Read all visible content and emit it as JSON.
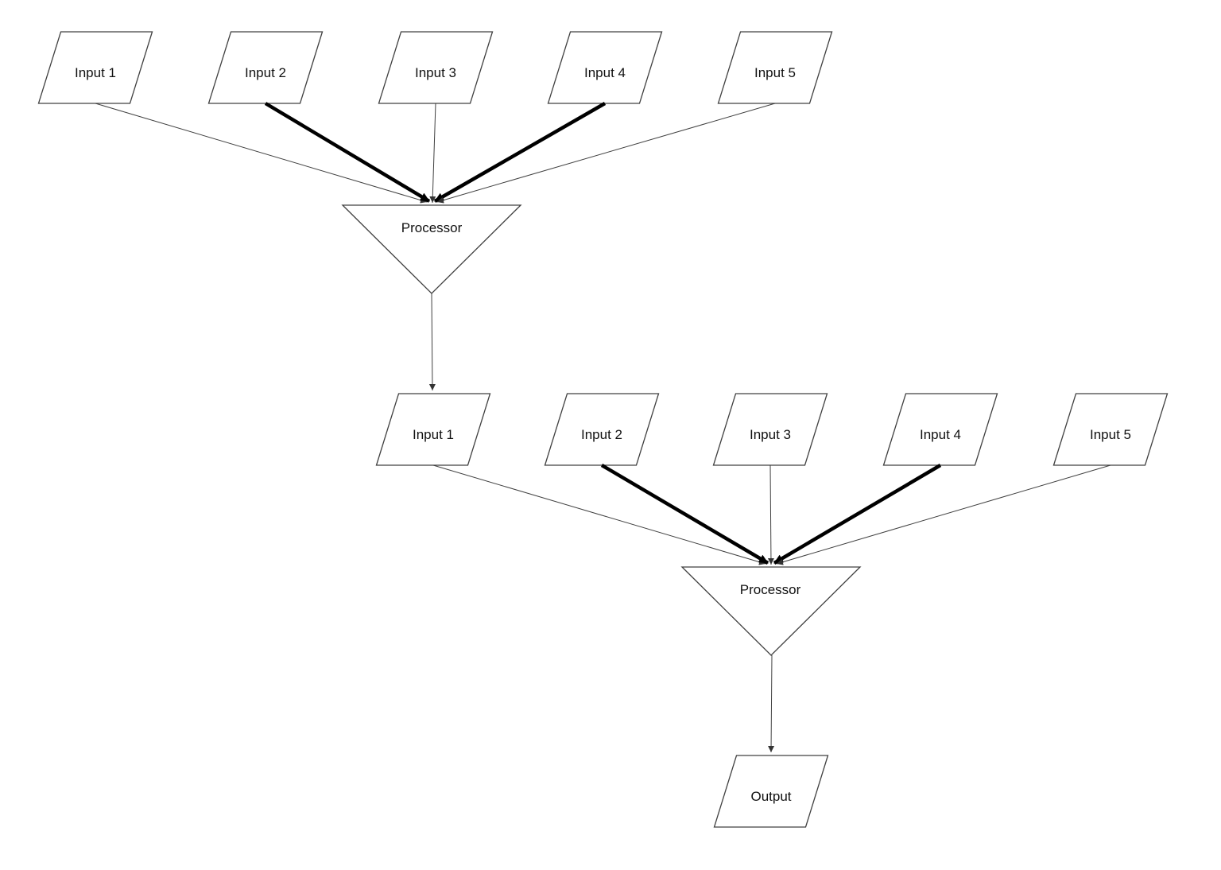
{
  "diagram": {
    "type": "flowchart",
    "background": "#ffffff",
    "colors": {
      "node_fill": "#ffffff",
      "node_border": "#404040",
      "edge": "#404040",
      "edge_emphasis": "#000000",
      "text": "#111111"
    },
    "stage1": {
      "inputs": [
        {
          "label": "Input 1"
        },
        {
          "label": "Input 2"
        },
        {
          "label": "Input 3"
        },
        {
          "label": "Input 4"
        },
        {
          "label": "Input 5"
        }
      ],
      "processor_label": "Processor",
      "edges": [
        {
          "from": "Input 1",
          "to": "Processor",
          "style": "thin"
        },
        {
          "from": "Input 2",
          "to": "Processor",
          "style": "thick"
        },
        {
          "from": "Input 3",
          "to": "Processor",
          "style": "thin"
        },
        {
          "from": "Input 4",
          "to": "Processor",
          "style": "thick"
        },
        {
          "from": "Input 5",
          "to": "Processor",
          "style": "thin"
        },
        {
          "from": "Processor",
          "to": "Input 1 (stage 2)",
          "style": "thin"
        }
      ]
    },
    "stage2": {
      "inputs": [
        {
          "label": "Input 1"
        },
        {
          "label": "Input 2"
        },
        {
          "label": "Input 3"
        },
        {
          "label": "Input 4"
        },
        {
          "label": "Input 5"
        }
      ],
      "processor_label": "Processor",
      "edges": [
        {
          "from": "Input 1",
          "to": "Processor",
          "style": "thin"
        },
        {
          "from": "Input 2",
          "to": "Processor",
          "style": "thick"
        },
        {
          "from": "Input 3",
          "to": "Processor",
          "style": "thin"
        },
        {
          "from": "Input 4",
          "to": "Processor",
          "style": "thick"
        },
        {
          "from": "Input 5",
          "to": "Processor",
          "style": "thin"
        },
        {
          "from": "Processor",
          "to": "Output",
          "style": "thin"
        }
      ]
    },
    "output": {
      "label": "Output"
    }
  }
}
